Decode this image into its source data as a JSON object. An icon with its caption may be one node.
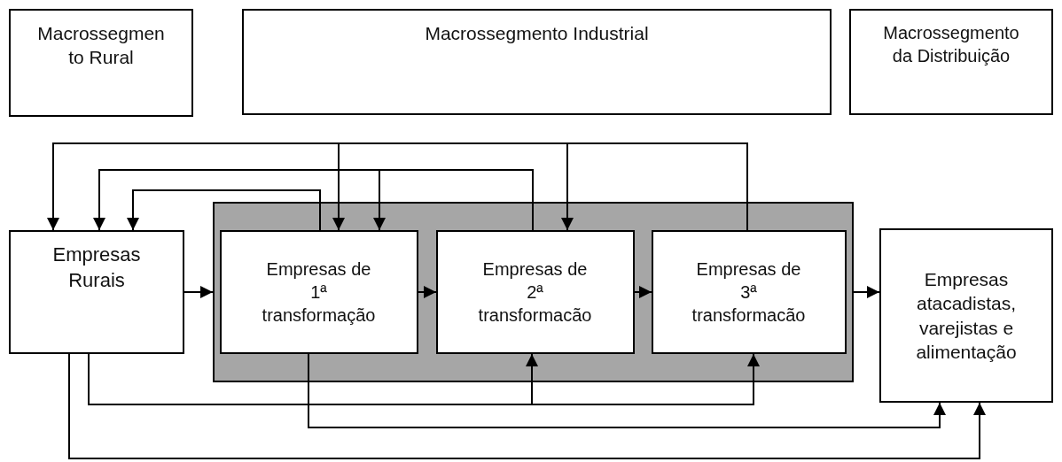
{
  "diagram": {
    "nodes": [
      {
        "text": [
          "Macrossegmen to Rural"
        ]
      },
      {
        "text": [
          "Macrossegmento Industrial"
        ]
      },
      {
        "text": [
          "Macrossegmento da Distribuição"
        ]
      },
      {
        "text": [],
        "shape": "box"
      },
      {
        "text": [
          "Empresas Rurais"
        ]
      },
      {
        "text": [
          "Empresas de 1ª transformação"
        ],
        "in": 3
      },
      {
        "text": [
          "Empresas de 2ª transformacão"
        ],
        "in": 3
      },
      {
        "text": [
          "Empresas de 3ª transformacão"
        ],
        "in": 3
      },
      {
        "text": [
          "Empresas atacadistas, varejistas e alimentação"
        ]
      }
    ],
    "edges": [
      {
        "from": 4,
        "to": 3,
        "arrow": "to"
      },
      {
        "from": 5,
        "to": 6,
        "arrow": "to"
      },
      {
        "from": 6,
        "to": 7,
        "arrow": "to"
      },
      {
        "from": 3,
        "to": 8,
        "arrow": "to"
      },
      {
        "from": 7,
        "to": 4,
        "arrow": "to"
      },
      {
        "from": 7,
        "to": 5,
        "arrow": "to"
      },
      {
        "from": 7,
        "to": 6,
        "arrow": "to"
      },
      {
        "from": 6,
        "to": 4,
        "arrow": "to"
      },
      {
        "from": 6,
        "to": 5,
        "arrow": "to"
      },
      {
        "from": 5,
        "to": 4,
        "arrow": "to"
      },
      {
        "from": 4,
        "to": 6,
        "arrow": "to"
      },
      {
        "from": 4,
        "to": 7,
        "arrow": "to"
      },
      {
        "from": 5,
        "to": 8,
        "arrow": "to"
      },
      {
        "from": 4,
        "to": 8,
        "arrow": "to"
      }
    ]
  }
}
